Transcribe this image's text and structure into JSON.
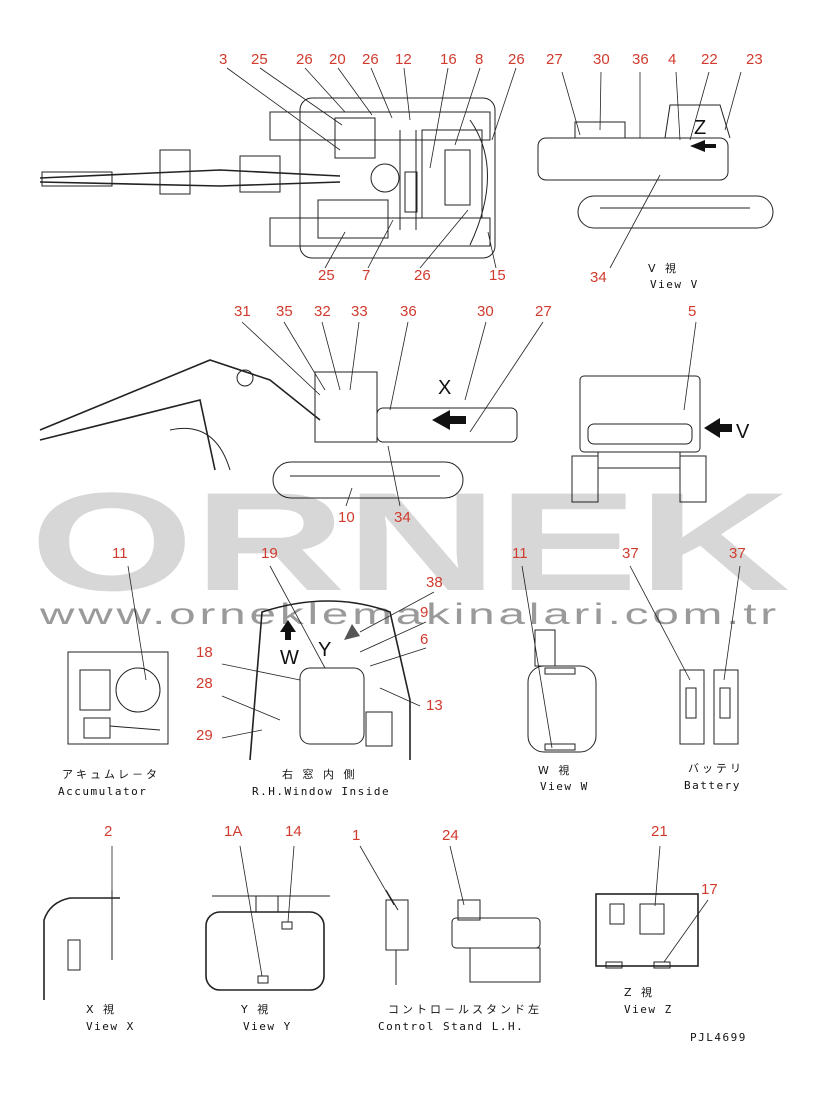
{
  "callouts": {
    "top_plan": [
      "3",
      "25",
      "26",
      "20",
      "26",
      "12",
      "16",
      "8",
      "26",
      "25",
      "7",
      "26",
      "15"
    ],
    "view_v": [
      "27",
      "30",
      "36",
      "4",
      "22",
      "23",
      "34"
    ],
    "side_view": [
      "31",
      "35",
      "32",
      "33",
      "36",
      "30",
      "27",
      "10",
      "34"
    ],
    "rear_view": [
      "5"
    ],
    "accumulator": [
      "11"
    ],
    "window_inside": [
      "19",
      "38",
      "9",
      "6",
      "18",
      "28",
      "13",
      "29"
    ],
    "view_w": [
      "11"
    ],
    "battery": [
      "37",
      "37"
    ],
    "view_x": [
      "2"
    ],
    "view_y": [
      "1A",
      "14"
    ],
    "control_stand": [
      "1",
      "24"
    ],
    "view_z": [
      "21",
      "17"
    ]
  },
  "view_letters": {
    "z": "Z",
    "x": "X",
    "v": "V",
    "w": "W",
    "y": "Y"
  },
  "captions": {
    "view_v_jp": "V 視",
    "view_v_en": "View V",
    "accumulator_jp": "アキュムレ－タ",
    "accumulator_en": "Accumulator",
    "window_jp": "右 窓 内 側",
    "window_en": "R.H.Window Inside",
    "view_w_jp": "W 視",
    "view_w_en": "View W",
    "battery_jp": "バッテリ",
    "battery_en": "Battery",
    "view_x_jp": "X 視",
    "view_x_en": "View X",
    "view_y_jp": "Y 視",
    "view_y_en": "View Y",
    "control_jp": "コントロ－ルスタンド左",
    "control_en": "Control Stand L.H.",
    "view_z_jp": "Z 視",
    "view_z_en": "View Z"
  },
  "part_code": "PJL4699",
  "watermark": {
    "brand": "ORNEK",
    "url": "www.orneklemakinalari.com.tr"
  },
  "colors": {
    "callout": "#d03b2e",
    "line_art": "#222222",
    "watermark_letters": "#d7d7d7",
    "watermark_url": "#9a9a9a"
  }
}
